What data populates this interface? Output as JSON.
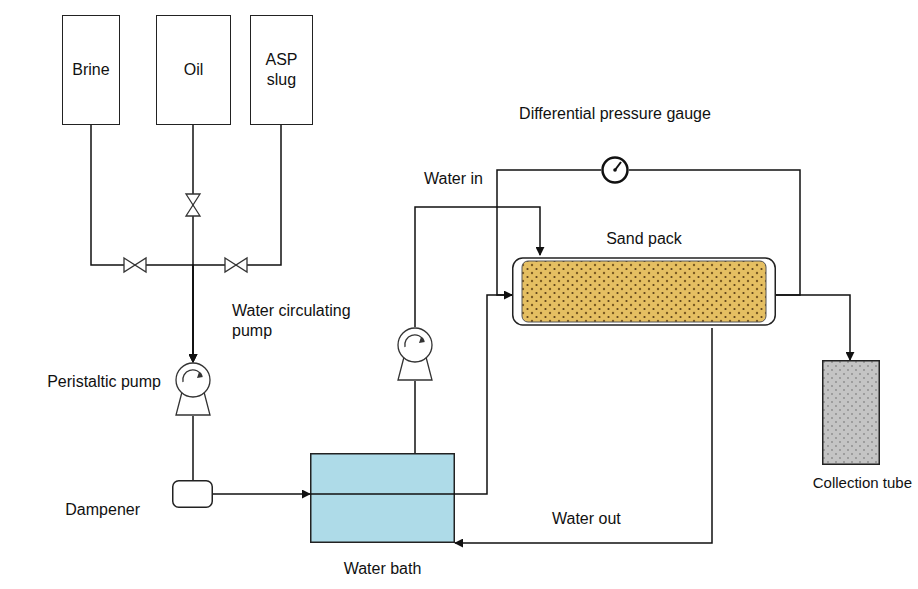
{
  "diagram": {
    "nodes": [
      {
        "text": [
          "Brine"
        ]
      },
      {
        "text": [
          "Oil"
        ]
      },
      {
        "text": [
          "ASP slug"
        ]
      },
      {
        "text": [
          "Peristaltic pump"
        ]
      },
      {
        "text": [
          "Dampener"
        ]
      },
      {
        "text": [
          "Water bath"
        ]
      },
      {
        "text": [
          "Water circulating pump"
        ]
      },
      {
        "text": [
          "Differential pressure gauge"
        ]
      },
      {
        "text": [
          "Sand pack"
        ]
      },
      {
        "text": [
          "Collection tube"
        ]
      }
    ],
    "edges": [
      {
        "from": 0,
        "to": 3,
        "arrow": "to"
      },
      {
        "from": 1,
        "to": 3,
        "arrow": "to"
      },
      {
        "from": 2,
        "to": 3,
        "arrow": "to"
      },
      {
        "from": 3,
        "to": 4,
        "arrow": "none"
      },
      {
        "from": 4,
        "to": 5,
        "arrow": "to"
      },
      {
        "from": 5,
        "to": 8,
        "arrow": "to"
      },
      {
        "from": 5,
        "to": 6,
        "arrow": "none"
      },
      {
        "from": 6,
        "to": 8,
        "label": "Water in",
        "arrow": "to"
      },
      {
        "from": 8,
        "to": 5,
        "label": "Water out",
        "arrow": "to"
      },
      {
        "from": 8,
        "to": 9,
        "arrow": "to"
      },
      {
        "from": 7,
        "to": 8,
        "arrow": "none"
      },
      {
        "from": 7,
        "to": 8,
        "arrow": "none"
      }
    ]
  }
}
